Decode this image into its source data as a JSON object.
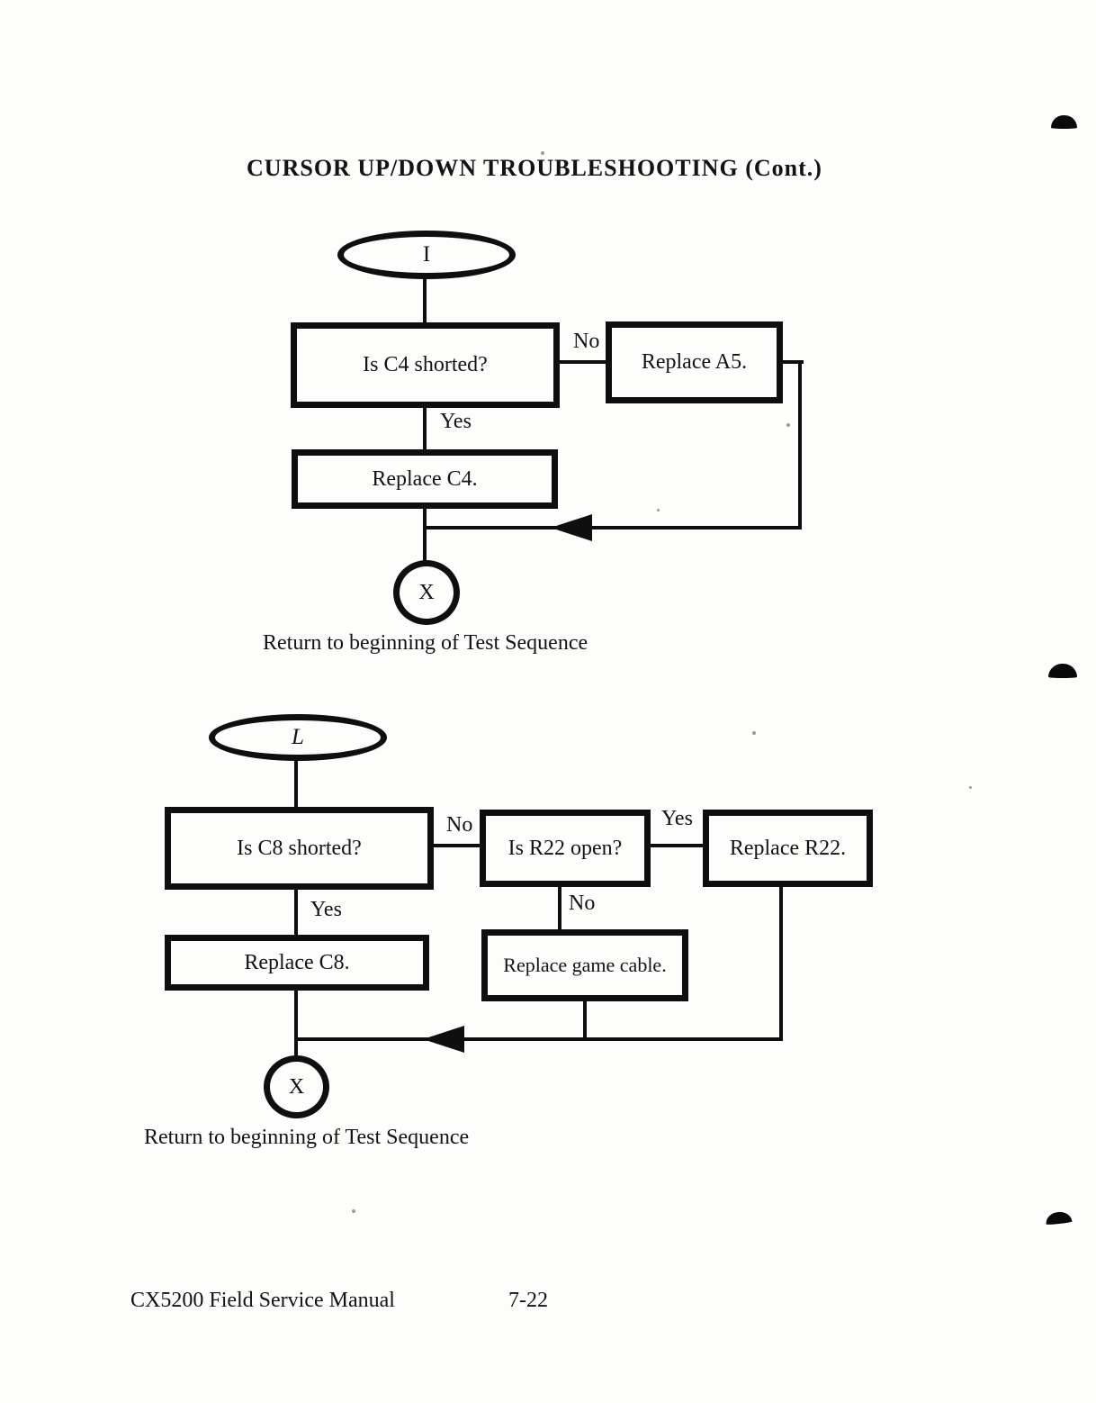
{
  "page": {
    "title": "CURSOR UP/DOWN TROUBLESHOOTING (Cont.)",
    "footer_left": "CX5200 Field Service Manual",
    "footer_page": "7-22"
  },
  "labels": {
    "yes": "Yes",
    "no": "No"
  },
  "chart1": {
    "start": "I",
    "question": "Is C4 shorted?",
    "no_action": "Replace A5.",
    "yes_action": "Replace C4.",
    "end": "X",
    "caption": "Return to beginning of Test Sequence"
  },
  "chart2": {
    "start": "L",
    "question1": "Is C8 shorted?",
    "question2": "Is R22 open?",
    "yes_action2": "Replace R22.",
    "yes_action1": "Replace C8.",
    "no_action2": "Replace game cable.",
    "end": "X",
    "caption": "Return to beginning of Test Sequence"
  }
}
